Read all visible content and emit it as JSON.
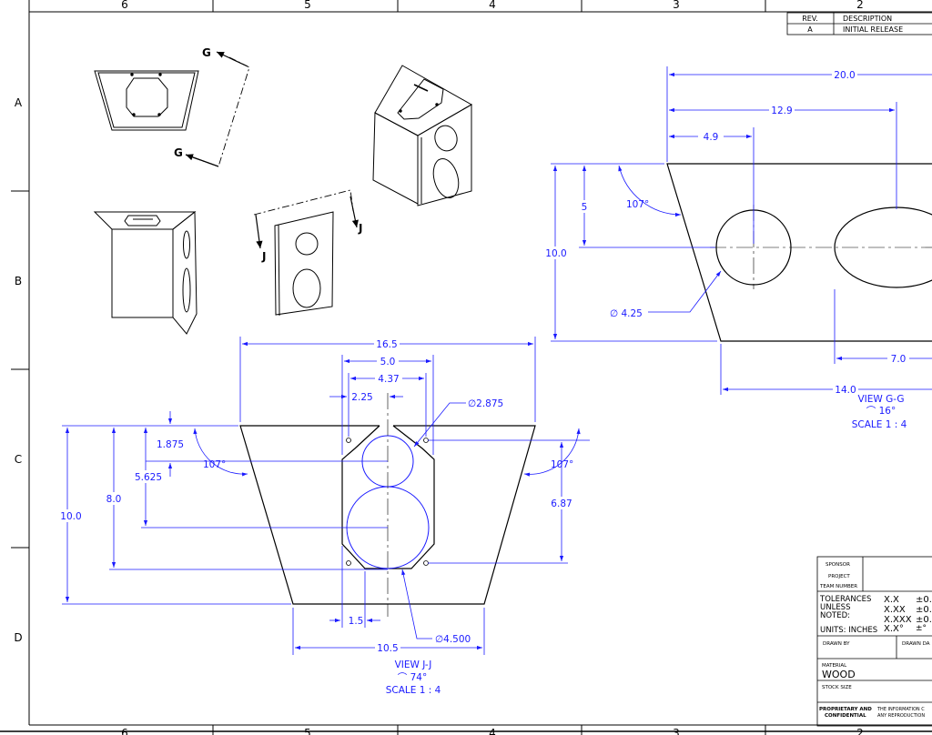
{
  "border": {
    "top_zones": [
      "6",
      "5",
      "4",
      "3",
      "2"
    ],
    "bottom_zones": [
      "6",
      "5",
      "4",
      "3",
      "2"
    ],
    "left_zones": [
      "A",
      "B",
      "C",
      "D"
    ]
  },
  "revision_table": {
    "headers": [
      "REV.",
      "DESCRIPTION"
    ],
    "rows": [
      [
        "A",
        "INITIAL RELEASE"
      ]
    ]
  },
  "view_markers": {
    "g_top": "G",
    "g_bottom": "G",
    "j_left": "J",
    "j_right": "J"
  },
  "view_gg": {
    "dims": {
      "overall_width": "20.0",
      "hole2_center": "12.9",
      "hole1_center": "4.9",
      "half_height": "5",
      "angle": "107°",
      "height": "10.0",
      "hole_diameter": "∅ 4.25",
      "ellipse_offset": "7.0",
      "bottom_width": "14.0"
    },
    "caption": {
      "title": "VIEW G-G",
      "rotation": "⌒ 16°",
      "scale": "SCALE 1 : 4"
    }
  },
  "view_jj": {
    "dims": {
      "top_width": "16.5",
      "hole_span": "5.0",
      "inner_span": "4.37",
      "small_offset": "2.25",
      "small_diameter": "∅2.875",
      "depth1": "1.875",
      "angle_left": "107°",
      "angle_right": "107°",
      "depth2": "5.625",
      "inner_height": "8.0",
      "height": "10.0",
      "right_height": "6.87",
      "bottom_hole_offset": "1.5",
      "large_diameter": "∅4.500",
      "bottom_width": "10.5"
    },
    "caption": {
      "title": "VIEW J-J",
      "rotation": "⌒ 74°",
      "scale": "SCALE 1 : 4"
    }
  },
  "title_block": {
    "sponsor_label": "SPONSOR",
    "project_label": "PROJECT",
    "team_number_label": "TEAM NUMBER",
    "tolerances_label": [
      "TOLERANCES",
      "UNLESS",
      "NOTED:"
    ],
    "tolerance_formats": [
      "X.X",
      "X.XX",
      "X.XXX"
    ],
    "tolerance_values": [
      "±0.",
      "±0.",
      "±0."
    ],
    "units_label": "UNITS: INCHES",
    "angle_format": "X.X°",
    "angle_tolerance": "±°",
    "drawn_by_label": "DRAWN BY",
    "drawn_date_label": "DRAWN DA",
    "material_label": "MATERIAL",
    "material_value": "WOOD",
    "stock_size_label": "STOCK SIZE",
    "proprietary_label_1": "PROPRIETARY AND",
    "proprietary_label_2": "CONFIDENTIAL",
    "proprietary_text_1": "THE INFORMATION C",
    "proprietary_text_2": "ANY REPRODUCTION"
  }
}
